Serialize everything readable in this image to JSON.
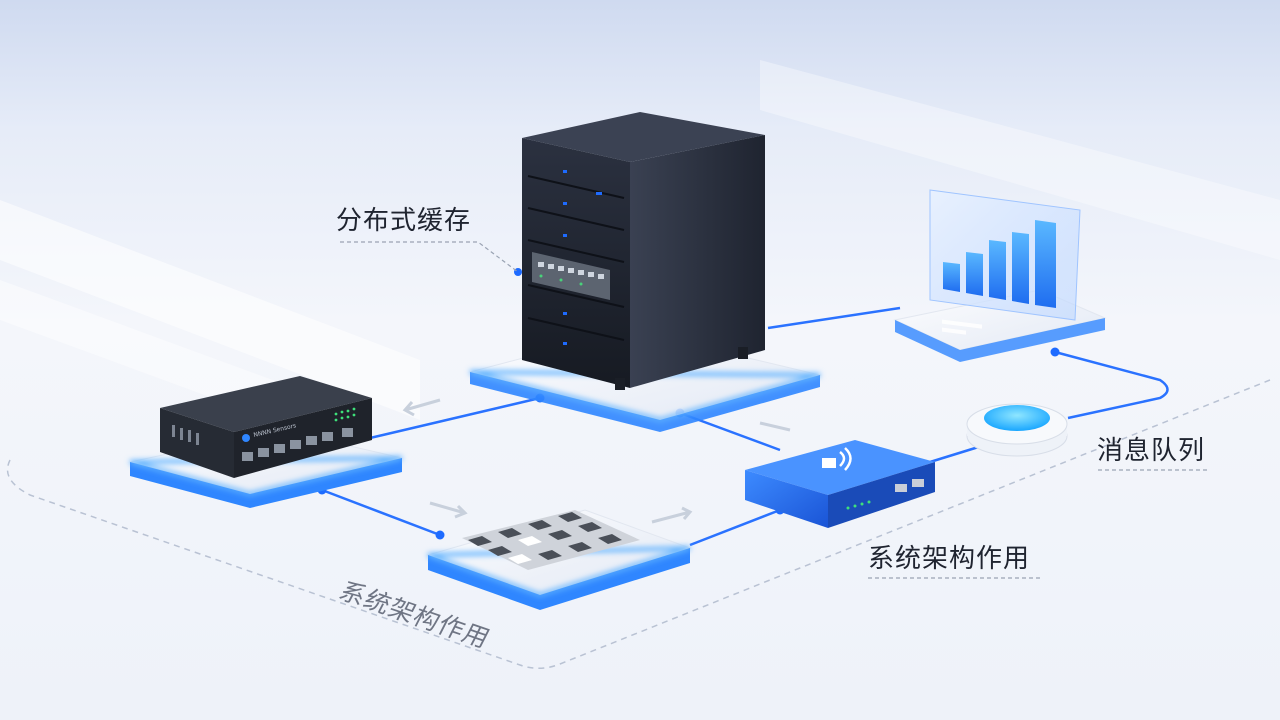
{
  "diagram": {
    "labels": {
      "distributed_cache": "分布式缓存",
      "message_queue": "消息队列",
      "system_role": "系统架构作用",
      "system_role_floor": "系统架构作用"
    },
    "switch_brand": "NNNN Sensors",
    "colors": {
      "accent": "#1e6bff",
      "glow": "#3aa0ff",
      "device_dark": "#2a2f3a",
      "floor": "#f4f6fb"
    }
  }
}
